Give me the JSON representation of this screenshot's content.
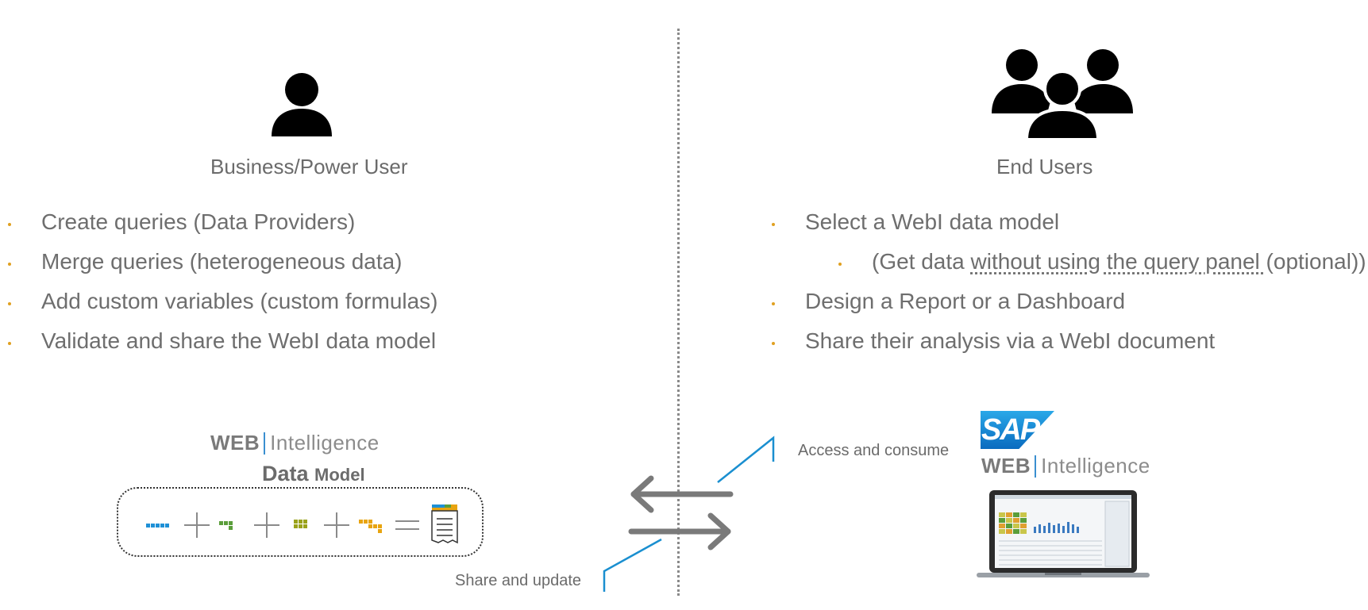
{
  "left": {
    "role": "Business/Power User",
    "bullets": [
      "Create queries (Data Providers)",
      "Merge queries (heterogeneous data)",
      "Add custom variables (custom formulas)",
      "Validate and share the WebI data model"
    ],
    "brand_web": "WEB",
    "brand_intelligence": "Intelligence",
    "data_model_word1": "Data",
    "data_model_word2": "Model",
    "share_caption": "Share and update"
  },
  "right": {
    "role": "End Users",
    "bullet1": "Select a WebI data model",
    "sub_prefix": "(Get data ",
    "sub_underlined": "without using the query panel ",
    "sub_suffix": "(optional))",
    "bullet2": "Design a Report or a Dashboard",
    "bullet3": "Share their analysis via a WebI document",
    "access_caption": "Access and consume",
    "sap_logo_text": "SAP",
    "brand_web": "WEB",
    "brand_intelligence": "Intelligence"
  },
  "colors": {
    "bullet": "#e0a020",
    "accent_blue": "#1a8fd0",
    "arrow_gray": "#7a7a7a",
    "dm_blue": "#1e90d6",
    "dm_green": "#5a9e3a",
    "dm_olive": "#9aa21a",
    "dm_orange": "#e8a410"
  }
}
